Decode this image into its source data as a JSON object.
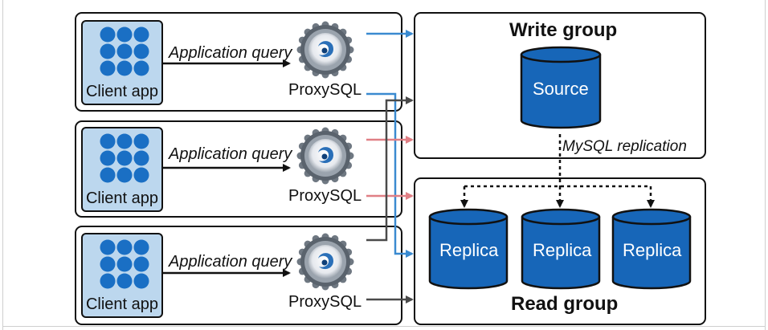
{
  "clients": [
    {
      "label": "Client app",
      "query_label": "Application query",
      "proxy_label": "ProxySQL"
    },
    {
      "label": "Client app",
      "query_label": "Application query",
      "proxy_label": "ProxySQL"
    },
    {
      "label": "Client app",
      "query_label": "Application query",
      "proxy_label": "ProxySQL"
    }
  ],
  "write_group": {
    "title": "Write group",
    "source_label": "Source"
  },
  "replication_label": "MySQL replication",
  "read_group": {
    "title": "Read group",
    "replicas": [
      "Replica",
      "Replica",
      "Replica"
    ]
  },
  "colors": {
    "client_fill": "#bcd7ee",
    "dot_blue": "#1a6fc4",
    "cylinder_blue": "#1766b8",
    "arrow_blue": "#3a8ad0",
    "arrow_red": "#e07f85",
    "arrow_gray": "#4a4a4a"
  },
  "icons": {
    "proxy": "proxysql-swirl-gear-icon",
    "client": "dot-grid-icon"
  }
}
